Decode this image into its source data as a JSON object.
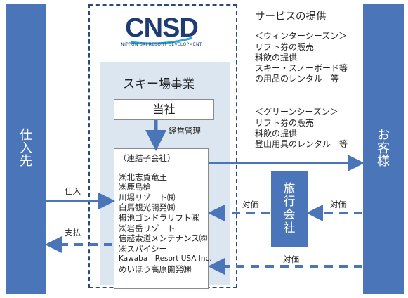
{
  "left_bar": {
    "chars": [
      "仕",
      "入",
      "先"
    ]
  },
  "right_bar": {
    "chars": [
      "お",
      "客",
      "様"
    ]
  },
  "logo": {
    "text": "CNSD",
    "subtitle": "NIPPON SKI RESORT DEVELOPMENT"
  },
  "segment": {
    "title": "スキー場事業"
  },
  "parent": {
    "label": "当社",
    "mgmt_label": "経営管理"
  },
  "subsidiaries": {
    "heading": "（連結子会社）",
    "items": [
      "㈱北志賀竜王",
      "㈱鹿島槍",
      "川場リゾート㈱",
      "白馬観光開発㈱",
      "栂池ゴンドラリフト㈱",
      "㈱岩岳リゾート",
      "信越索道メンテナンス㈱",
      "㈱スパイシー",
      "Kawaba　Resort USA Inc.",
      "めいほう高原開発㈱"
    ]
  },
  "travel": {
    "chars": [
      "旅",
      "行",
      "会",
      "社"
    ]
  },
  "services": {
    "title": "サービスの提供",
    "winter_heading": "＜ウィンターシーズン＞",
    "winter_items": [
      "リフト券の販売",
      "料飲の提供",
      "スキー・スノーボード等",
      "の用品のレンタル　等"
    ],
    "green_heading": "＜グリーンシーズン＞",
    "green_items": [
      "リフト券の販売",
      "料飲の提供",
      "登山用具のレンタル　等"
    ]
  },
  "flows": {
    "purchase": "仕入",
    "payment": "支払",
    "price_travel_left": "対価",
    "price_travel_right": "対価",
    "price_direct": "対価"
  },
  "colors": {
    "bar": "#4a76b9",
    "panel": "#dce6f1",
    "arrow": "#4a76b9"
  }
}
